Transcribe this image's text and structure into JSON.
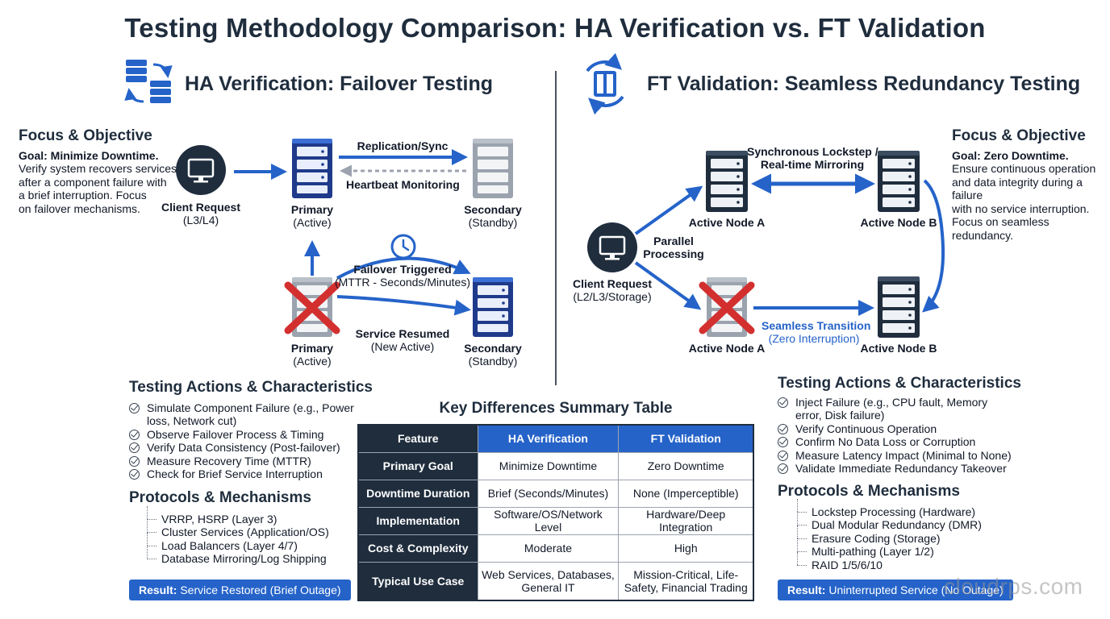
{
  "title": "Testing Methodology Comparison: HA Verification vs. FT Validation",
  "colors": {
    "accent": "#2563c9",
    "dark": "#1f2d3d",
    "fail": "#d32f2f"
  },
  "ha": {
    "heading": "HA Verification: Failover Testing",
    "icon": "servers-sync-icon",
    "focus": {
      "heading": "Focus & Objective",
      "goal": "Goal: Minimize Downtime.",
      "lines": [
        "Verify system recovers services",
        "after a component failure with",
        "a brief interruption. Focus",
        "on failover mechanisms."
      ]
    },
    "client": {
      "label": "Client Request",
      "sub": "(L3/L4)"
    },
    "primary": {
      "label": "Primary",
      "sub": "(Active)"
    },
    "secondary": {
      "label": "Secondary",
      "sub": "(Standby)"
    },
    "replication": "Replication/Sync",
    "heartbeat": "Heartbeat Monitoring",
    "failover": {
      "label": "Failover Triggered",
      "sub": "(MTTR - Seconds/Minutes)"
    },
    "resumed": {
      "label": "Service Resumed",
      "sub": "(New Active)"
    },
    "failed_primary": {
      "label": "Primary",
      "sub": "(Active)"
    },
    "new_secondary": {
      "label": "Secondary",
      "sub": "(Standby)"
    },
    "actions": {
      "heading": "Testing Actions & Characteristics",
      "items": [
        "Simulate Component Failure (e.g., Power loss, Network cut)",
        "Observe Failover Process & Timing",
        "Verify Data Consistency (Post-failover)",
        "Measure Recovery Time (MTTR)",
        "Check for Brief Service Interruption"
      ]
    },
    "protocols": {
      "heading": "Protocols & Mechanisms",
      "items": [
        "VRRP, HSRP (Layer 3)",
        "Cluster Services (Application/OS)",
        "Load Balancers (Layer 4/7)",
        "Database Mirroring/Log Shipping"
      ]
    },
    "result": {
      "label": "Result:",
      "text": "Service Restored (Brief Outage)"
    }
  },
  "ft": {
    "heading": "FT Validation: Seamless Redundancy Testing",
    "icon": "server-sync-icon",
    "focus": {
      "heading": "Focus & Objective",
      "goal": "Goal: Zero Downtime.",
      "lines": [
        "Ensure continuous operation",
        "and data integrity during a failure",
        "with no service interruption.",
        "Focus on seamless redundancy."
      ]
    },
    "client": {
      "label": "Client Request",
      "sub": "(L2/L3/Storage)"
    },
    "parallel": {
      "line1": "Parallel",
      "line2": "Processing"
    },
    "lockstep": {
      "line1": "Synchronous Lockstep /",
      "line2": "Real-time Mirroring"
    },
    "node_a": "Active Node A",
    "node_b": "Active Node B",
    "node_a_failed": "Active Node A",
    "node_b2": "Active Node B",
    "transition": {
      "label": "Seamless Transition",
      "sub": "(Zero Interruption)"
    },
    "actions": {
      "heading": "Testing Actions & Characteristics",
      "items": [
        "Inject Failure (e.g., CPU fault, Memory error, Disk failure)",
        "Verify Continuous Operation",
        "Confirm No Data Loss or Corruption",
        "Measure Latency Impact (Minimal to None)",
        "Validate Immediate Redundancy Takeover"
      ]
    },
    "protocols": {
      "heading": "Protocols & Mechanisms",
      "items": [
        "Lockstep Processing (Hardware)",
        "Dual Modular Redundancy (DMR)",
        "Erasure Coding (Storage)",
        "Multi-pathing (Layer 1/2)",
        "RAID 1/5/6/10"
      ]
    },
    "result": {
      "label": "Result:",
      "text": "Uninterrupted Service (No Outage)"
    }
  },
  "summary": {
    "title": "Key Differences Summary Table",
    "headers": [
      "Feature",
      "HA Verification",
      "FT Validation"
    ],
    "rows": [
      [
        "Primary Goal",
        "Minimize Downtime",
        "Zero Downtime"
      ],
      [
        "Downtime Duration",
        "Brief (Seconds/Minutes)",
        "None (Imperceptible)"
      ],
      [
        "Implementation",
        "Software/OS/Network Level",
        "Hardware/Deep Integration"
      ],
      [
        "Cost & Complexity",
        "Moderate",
        "High"
      ],
      [
        "Typical Use Case",
        "Web Services, Databases, General IT",
        "Mission-Critical, Life-Safety, Financial Trading"
      ]
    ]
  },
  "watermark": "cloudrps.com"
}
